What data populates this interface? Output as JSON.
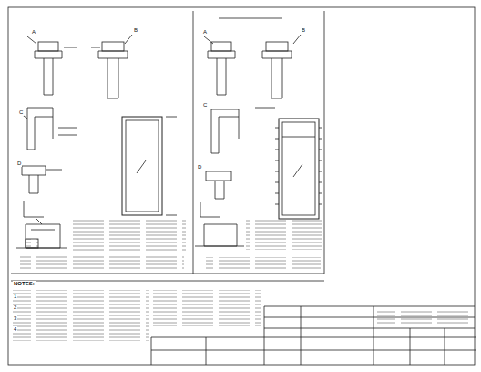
{
  "diagram": {
    "labels": [
      "NOTES:",
      "A",
      "B",
      "C",
      "D",
      "A",
      "B",
      "C",
      "D",
      "1",
      "2",
      "3",
      "4"
    ]
  }
}
